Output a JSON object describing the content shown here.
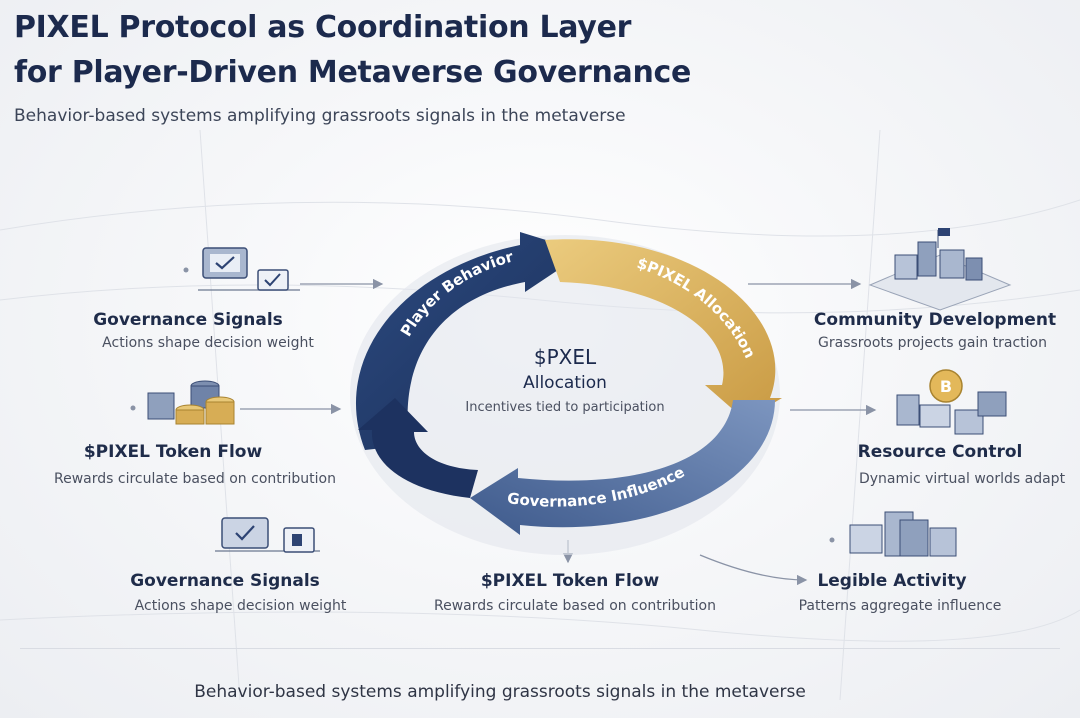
{
  "header": {
    "title_line1": "PIXEL Protocol as Coordination Layer",
    "title_line2": "for Player-Driven Metaverse Governance",
    "subtitle": "Behavior-based systems amplifying grassroots signals in the metaverse"
  },
  "cycle": {
    "segments": [
      {
        "label": "Player Behavior",
        "color": "#223a6a"
      },
      {
        "label": "$PIXEL Allocation",
        "color": "#dcb35c"
      },
      {
        "label": "Governance Influence",
        "color": "#5a76a4"
      }
    ],
    "center": {
      "title": "$PXEL",
      "subtitle": "Allocation",
      "caption": "Incentives tied to participation"
    }
  },
  "left_nodes": [
    {
      "title": "Governance Signals",
      "desc": "Actions shape decision weight",
      "icon": "checkbox-screens-icon"
    },
    {
      "title": "$PIXEL Token Flow",
      "desc": "Rewards circulate based on contribution",
      "icon": "coin-stack-icon"
    },
    {
      "title": "Governance Signals",
      "desc": "Actions shape decision weight",
      "icon": "laptop-document-icon"
    }
  ],
  "right_nodes": [
    {
      "title": "Community Development",
      "desc": "Grassroots projects gain traction",
      "icon": "city-blocks-icon"
    },
    {
      "title": "Resource Control",
      "desc": "Dynamic virtual worlds adapt",
      "icon": "bitcoin-blocks-icon"
    },
    {
      "title": "Legible Activity",
      "desc": "Patterns aggregate influence",
      "icon": "server-blocks-icon"
    }
  ],
  "bottom_node": {
    "title": "$PIXEL Token Flow",
    "desc": "Rewards circulate based on contribution"
  },
  "footer": "Behavior-based systems amplifying grassroots signals in the metaverse",
  "colors": {
    "navy": "#223a6a",
    "gold": "#dcb35c",
    "steel": "#5a76a4"
  }
}
